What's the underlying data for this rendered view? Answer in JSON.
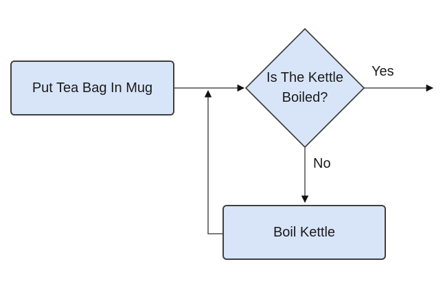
{
  "colors": {
    "background": "#ffffff",
    "node_fill": "#d8e5f8",
    "node_border": "#3e3e3e",
    "connector": "#4d4d4d",
    "arrowhead": "#111111",
    "text": "#1a1a1a"
  },
  "nodes": {
    "put_tea_bag": {
      "type": "process",
      "label": "Put Tea Bag In Mug"
    },
    "kettle_boiled": {
      "type": "decision",
      "label": "Is The Kettle Boiled?"
    },
    "boil_kettle": {
      "type": "process",
      "label": "Boil Kettle"
    }
  },
  "edges": [
    {
      "from": "put_tea_bag",
      "to": "kettle_boiled",
      "label": ""
    },
    {
      "from": "kettle_boiled",
      "to": "exit_right",
      "label": "Yes"
    },
    {
      "from": "kettle_boiled",
      "to": "boil_kettle",
      "label": "No"
    },
    {
      "from": "boil_kettle",
      "to": "put_tea_bag_connector",
      "label": ""
    }
  ]
}
